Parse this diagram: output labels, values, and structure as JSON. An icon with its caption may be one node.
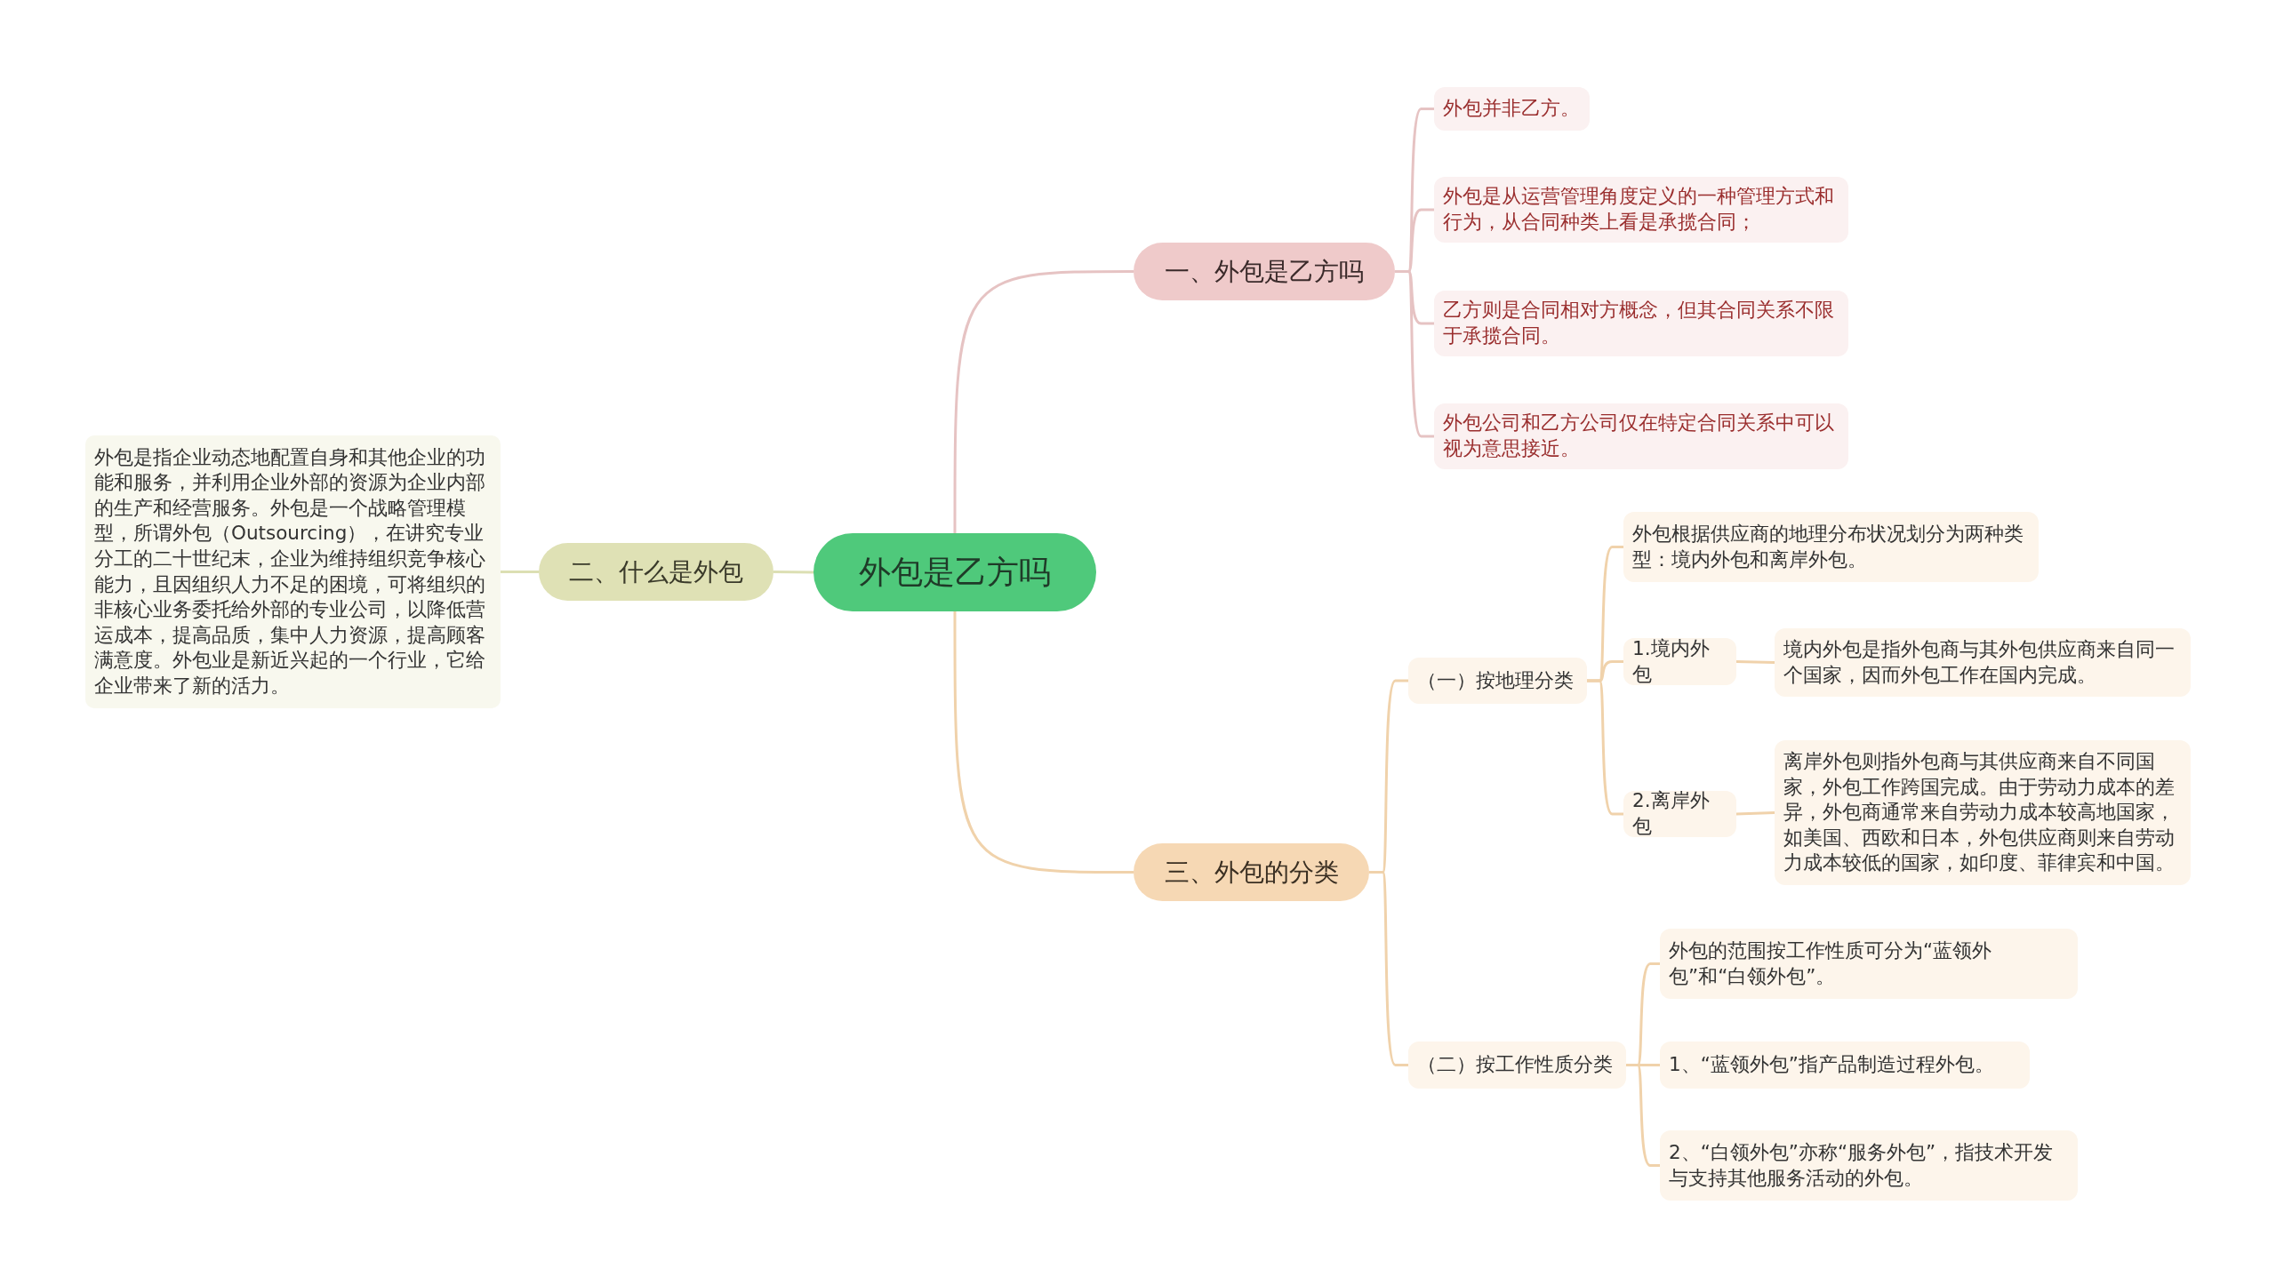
{
  "diagram": {
    "nodes": [
      {
        "text": [
          "外包是乙方吗"
        ]
      },
      {
        "text": [
          "一、外包是乙方吗"
        ]
      },
      {
        "text": [
          "外包并非乙方。"
        ]
      },
      {
        "text": [
          "外包是从运营管理角度定义的一种管理方式和行为，从合同种类上看是承揽合同；"
        ]
      },
      {
        "text": [
          "乙方则是合同相对方概念，但其合同关系不限于承揽合同。"
        ]
      },
      {
        "text": [
          "外包公司和乙方公司仅在特定合同关系中可以视为意思接近。"
        ]
      },
      {
        "text": [
          "二、什么是外包"
        ]
      },
      {
        "text": [
          "外包是指企业动态地配置自身和其他企业的功能和服务，并利用企业外部的资源为企业内部的生产和经营服务。外包是一个战略管理模型，所谓外包（Outsourcing），在讲究专业分工的二十世纪末，企业为维持组织竞争核心能力，且因组织人力不足的困境，可将组织的非核心业务委托给外部的专业公司，以降低营运成本，提高品质，集中人力资源，提高顾客满意度。外包业是新近兴起的一个行业，它给企业带来了新的活力。"
        ]
      },
      {
        "text": [
          "三、外包的分类"
        ]
      },
      {
        "text": [
          "（一）按地理分类"
        ]
      },
      {
        "text": [
          "外包根据供应商的地理分布状况划分为两种类型：境内外包和离岸外包。"
        ]
      },
      {
        "text": [
          "1.境内外包"
        ]
      },
      {
        "text": [
          "境内外包是指外包商与其外包供应商来自同一个国家，因而外包工作在国内完成。"
        ]
      },
      {
        "text": [
          "2.离岸外包"
        ]
      },
      {
        "text": [
          "离岸外包则指外包商与其供应商来自不同国家，外包工作跨国完成。由于劳动力成本的差异，外包商通常来自劳动力成本较高地国家，如美国、西欧和日本，外包供应商则来自劳动力成本较低的国家，如印度、菲律宾和中国。"
        ]
      },
      {
        "text": [
          "（二）按工作性质分类"
        ]
      },
      {
        "text": [
          "外包的范围按工作性质可分为“蓝领外包”和“白领外包”。"
        ]
      },
      {
        "text": [
          "1、“蓝领外包”指产品制造过程外包。"
        ]
      },
      {
        "text": [
          "2、“白领外包”亦称“服务外包”，指技术开发与支持其他服务活动的外包。"
        ]
      }
    ],
    "edges": [
      {
        "from": 0,
        "to": 1,
        "arrow": "none",
        "color": "#e6c3c3"
      },
      {
        "from": 1,
        "to": 2,
        "arrow": "none",
        "color": "#e6c3c3"
      },
      {
        "from": 1,
        "to": 3,
        "arrow": "none",
        "color": "#e6c3c3"
      },
      {
        "from": 1,
        "to": 4,
        "arrow": "none",
        "color": "#e6c3c3"
      },
      {
        "from": 1,
        "to": 5,
        "arrow": "none",
        "color": "#e6c3c3"
      },
      {
        "from": 0,
        "to": 6,
        "arrow": "none",
        "color": "#dcdfb3"
      },
      {
        "from": 6,
        "to": 7,
        "arrow": "none",
        "color": "#dcdfb3"
      },
      {
        "from": 0,
        "to": 8,
        "arrow": "none"
      },
      {
        "from": 8,
        "to": 9,
        "arrow": "none"
      },
      {
        "from": 8,
        "to": 15,
        "arrow": "none"
      },
      {
        "from": 9,
        "to": 10,
        "arrow": "none"
      },
      {
        "from": 9,
        "to": 11,
        "arrow": "none"
      },
      {
        "from": 9,
        "to": 13,
        "arrow": "none"
      },
      {
        "from": 11,
        "to": 12,
        "arrow": "none"
      },
      {
        "from": 13,
        "to": 14,
        "arrow": "none"
      },
      {
        "from": 15,
        "to": 16,
        "arrow": "none"
      },
      {
        "from": 15,
        "to": 17,
        "arrow": "none"
      },
      {
        "from": 15,
        "to": 18,
        "arrow": "none"
      }
    ]
  }
}
